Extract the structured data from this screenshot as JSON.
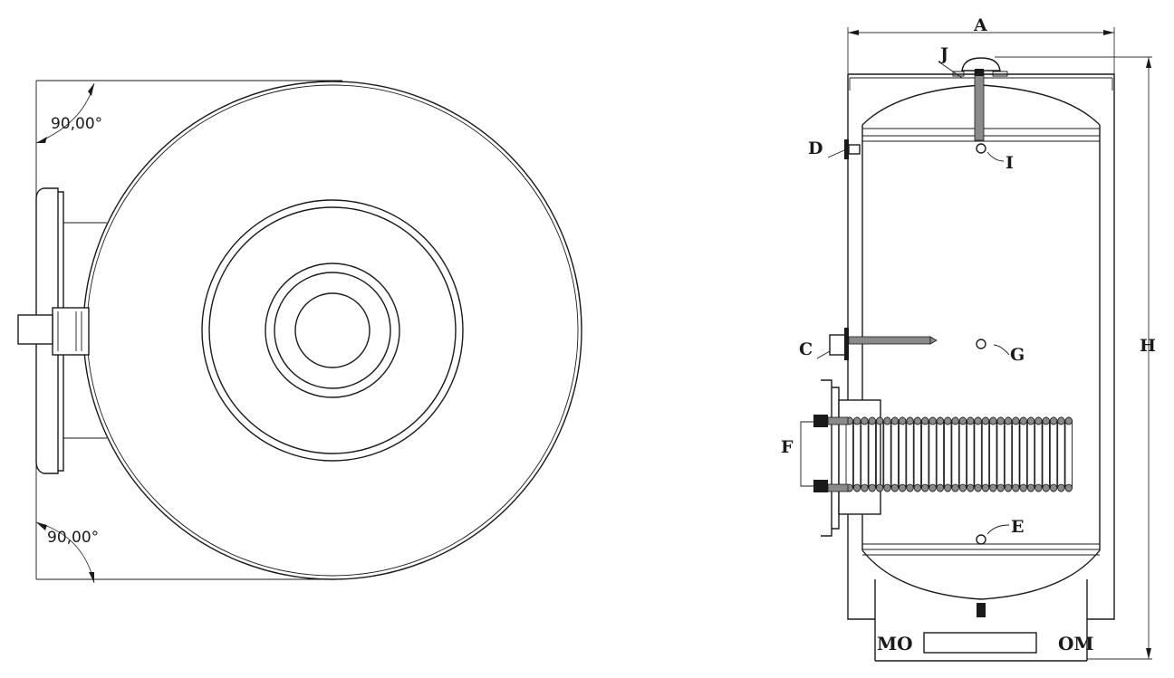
{
  "angles": {
    "top": "90,00°",
    "bottom": "90,00°"
  },
  "labels": {
    "A": "A",
    "H": "H",
    "J": "J",
    "D": "D",
    "I": "I",
    "C": "C",
    "G": "G",
    "F": "F",
    "E": "E"
  },
  "feet": {
    "left": "MO",
    "right": "OM"
  }
}
